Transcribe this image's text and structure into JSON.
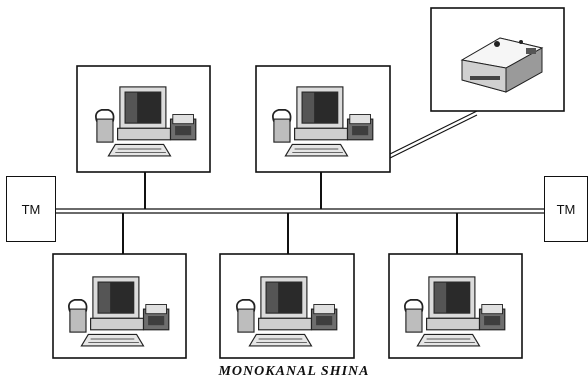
{
  "diagram": {
    "terminators": {
      "left_label": "TM",
      "right_label": "TM"
    },
    "caption": "MONOKANAL SHINA",
    "nodes": [
      {
        "id": "top-left",
        "kind": "workstation"
      },
      {
        "id": "top-middle",
        "kind": "workstation"
      },
      {
        "id": "printer",
        "kind": "printer"
      },
      {
        "id": "bottom-left",
        "kind": "workstation"
      },
      {
        "id": "bottom-middle",
        "kind": "workstation"
      },
      {
        "id": "bottom-right",
        "kind": "workstation"
      }
    ]
  }
}
